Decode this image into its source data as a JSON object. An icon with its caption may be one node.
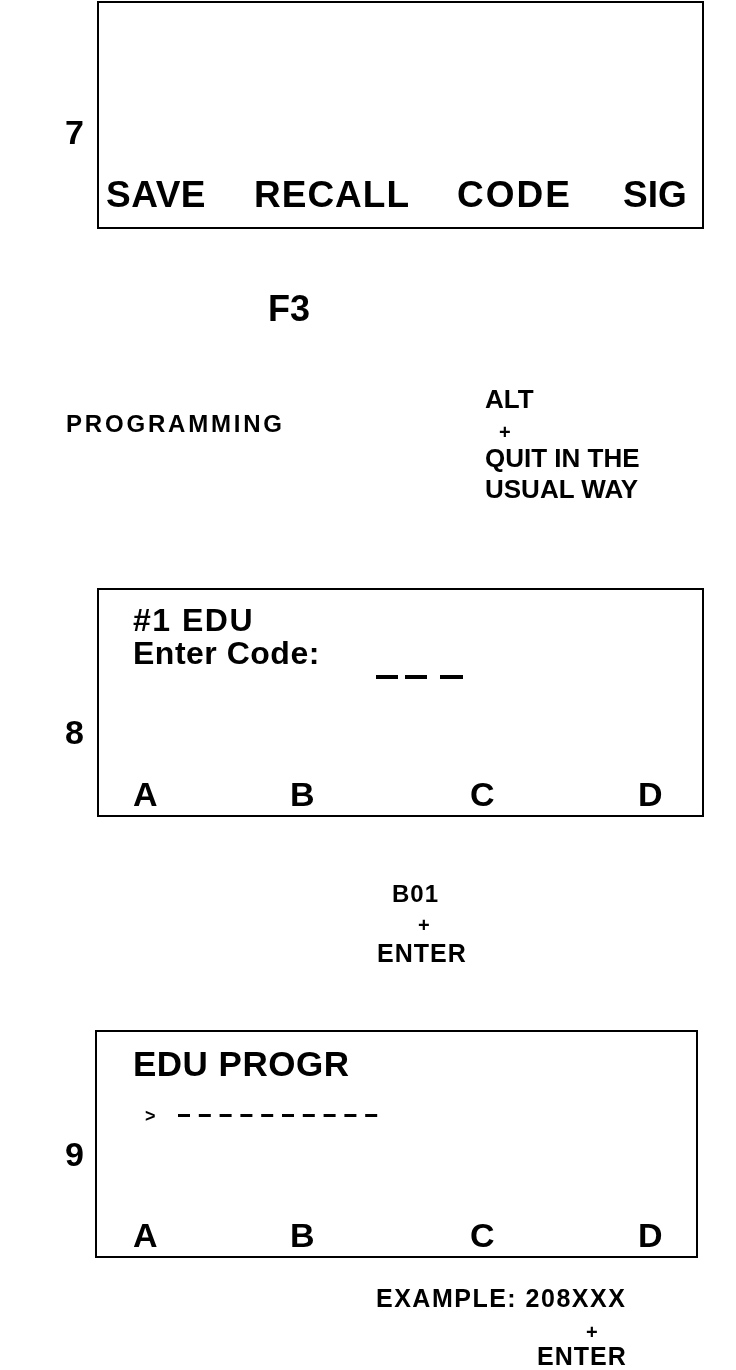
{
  "diagram": {
    "nodes": [
      {
        "text": [
          "SAVE",
          "RECALL",
          "CODE",
          "SIG"
        ],
        "beside": [
          "7"
        ]
      },
      {
        "text": [
          "#1 EDU",
          "Enter Code:",
          "A",
          "B",
          "C",
          "D"
        ],
        "beside": [
          "8"
        ]
      },
      {
        "text": [
          "EDU PROGR",
          ">",
          "A",
          "B",
          "C",
          "D"
        ],
        "beside": [
          "9"
        ]
      }
    ],
    "labels": [
      "F3",
      "PROGRAMMING",
      "ALT",
      "+",
      "QUIT IN THE USUAL WAY",
      "B01",
      "+",
      "ENTER",
      "EXAMPLE: 208XXX",
      "+",
      "ENTER"
    ]
  }
}
